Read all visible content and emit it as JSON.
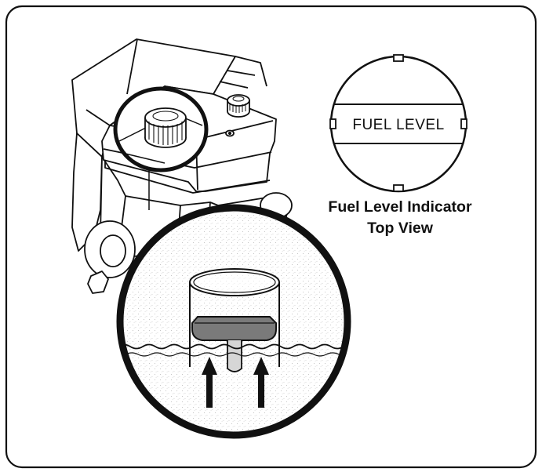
{
  "indicator": {
    "label": "FUEL LEVEL"
  },
  "caption": {
    "line1": "Fuel Level Indicator",
    "line2": "Top View"
  },
  "colors": {
    "ink": "#111111",
    "float": "#7a7a7a",
    "stem": "#d6d6d6",
    "fuel_stipple": "#c8c8c8",
    "background": "#ffffff"
  }
}
